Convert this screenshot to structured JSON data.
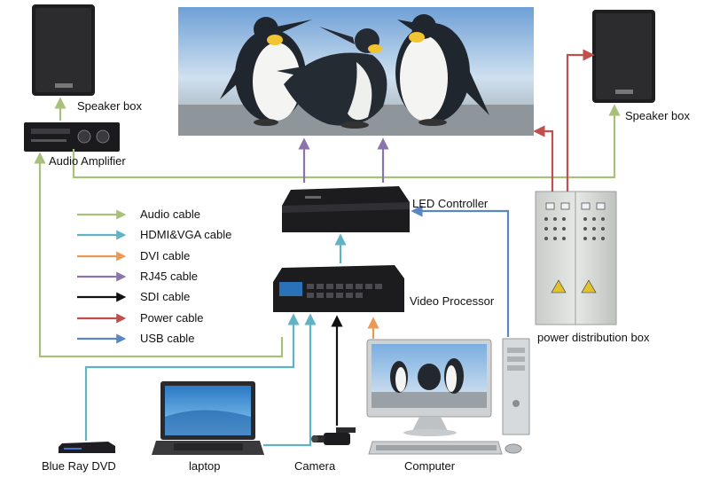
{
  "labels": {
    "speaker_left": "Speaker box",
    "speaker_right": "Speaker box",
    "audio_amplifier": "Audio Amplifier",
    "led_controller": "LED Controller",
    "video_processor": "Video Processor",
    "power_distribution_box": "power distribution box",
    "blue_ray_dvd": "Blue Ray DVD",
    "laptop": "laptop",
    "camera": "Camera",
    "computer": "Computer"
  },
  "legend": [
    {
      "label": "Audio  cable",
      "color": "#a9c07a"
    },
    {
      "label": "HDMI&VGA cable",
      "color": "#5fb3c4"
    },
    {
      "label": "DVI  cable",
      "color": "#ea9a56"
    },
    {
      "label": "RJ45 cable",
      "color": "#8a74ad"
    },
    {
      "label": "SDI cable",
      "color": "#111111"
    },
    {
      "label": "Power cable",
      "color": "#c0504d"
    },
    {
      "label": "USB cable",
      "color": "#5b86c4"
    }
  ],
  "colors": {
    "audio": "#a9c07a",
    "hdmi": "#5fb3c4",
    "dvi": "#ea9a56",
    "rj45": "#8a74ad",
    "sdi": "#111111",
    "power": "#c0504d",
    "usb": "#5b86c4"
  }
}
